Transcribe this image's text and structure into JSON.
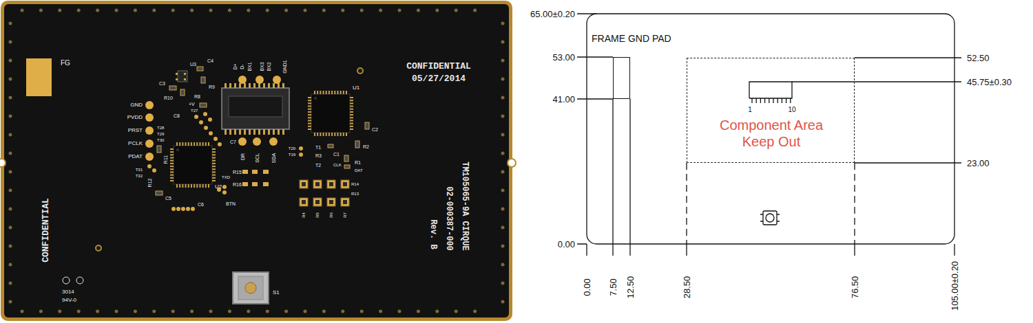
{
  "diagram": {
    "nodes": [
      {
        "text": [
          "FRAME GND PAD"
        ]
      },
      {
        "text": [
          "Component Area Keep Out"
        ]
      }
    ],
    "labels": [
      "FG",
      "CONFIDENTIAL",
      "05/27/2014",
      "CONFIDENTIAL",
      "TM105065-9A CIRQUE",
      "02-000387-000",
      "Rev. B",
      "GND",
      "PVDD",
      "PRST",
      "PCLK",
      "PDAT",
      "T31",
      "T32",
      "T28",
      "T29",
      "T30",
      "U3",
      "C4",
      "C3",
      "R9",
      "R10",
      "R8",
      "+V",
      "T27",
      "C8",
      "D+",
      "D-",
      "BX1",
      "BX3",
      "BX2",
      "GND1",
      "U1",
      "C2",
      "R2",
      "T20",
      "T19",
      "T1",
      "R3",
      "T2",
      "C1",
      "CLK",
      "R1",
      "DAT",
      "DR",
      "SCL",
      "SDA",
      "C7",
      "TXD",
      "R15",
      "R16",
      "BTN",
      "R11",
      "R12",
      "U2",
      "C5",
      "C6",
      "R14",
      "R13",
      "R4",
      "R5",
      "R6",
      "R7",
      "S1",
      "3014",
      "94V-0",
      "65.00±0.20",
      "53.00",
      "41.00",
      "0.00",
      "52.50",
      "45.75±0.30",
      "23.00",
      "1",
      "10",
      "0.00",
      "7.50",
      "12.50",
      "28.50",
      "76.50",
      "105.00±0.20"
    ]
  }
}
